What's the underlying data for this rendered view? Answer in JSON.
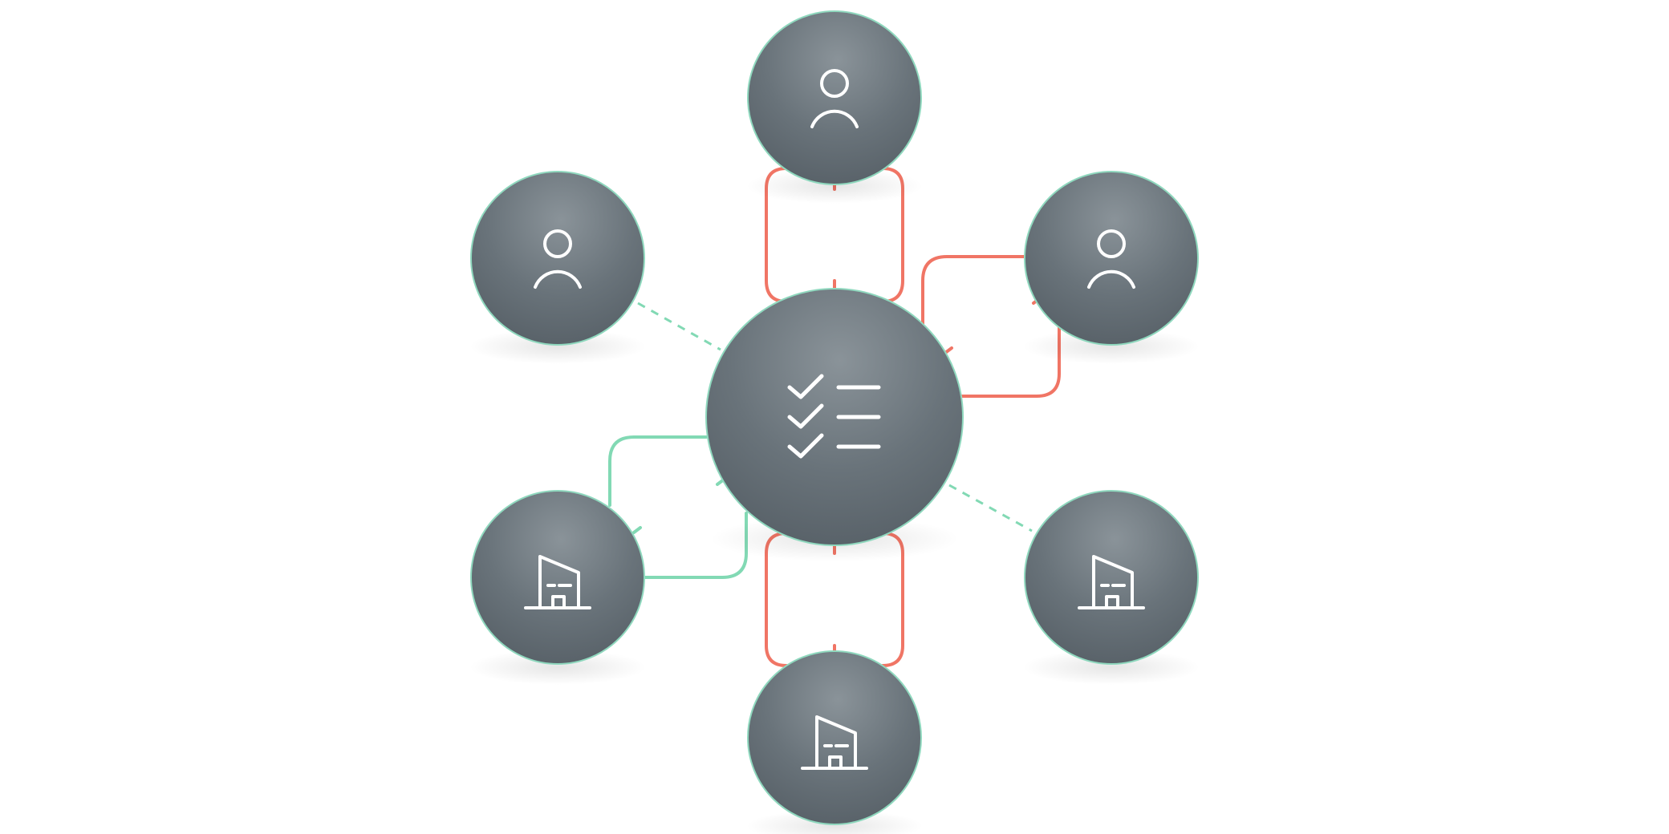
{
  "diagram": {
    "center": {
      "icon": "checklist-icon"
    },
    "nodes": [
      {
        "id": "top",
        "icon": "user-icon"
      },
      {
        "id": "upper-left",
        "icon": "user-icon"
      },
      {
        "id": "upper-right",
        "icon": "user-icon"
      },
      {
        "id": "lower-left",
        "icon": "building-icon"
      },
      {
        "id": "lower-right",
        "icon": "building-icon"
      },
      {
        "id": "bottom",
        "icon": "building-icon"
      }
    ],
    "connections": [
      {
        "from": "top",
        "to": "center",
        "style": "solid",
        "color": "#f07565"
      },
      {
        "from": "upper-right",
        "to": "center",
        "style": "solid",
        "color": "#f07565"
      },
      {
        "from": "bottom",
        "to": "center",
        "style": "solid",
        "color": "#f07565"
      },
      {
        "from": "lower-left",
        "to": "center",
        "style": "solid",
        "color": "#82d9b4"
      },
      {
        "from": "upper-left",
        "to": "center",
        "style": "dashed",
        "color": "#82d9b4"
      },
      {
        "from": "lower-right",
        "to": "center",
        "style": "dashed",
        "color": "#82d9b4"
      }
    ],
    "colors": {
      "node_fill": "#646d73",
      "node_border": "#8fd8be",
      "connector_red": "#f07565",
      "connector_green": "#82d9b4",
      "icon_stroke": "#ffffff"
    }
  }
}
